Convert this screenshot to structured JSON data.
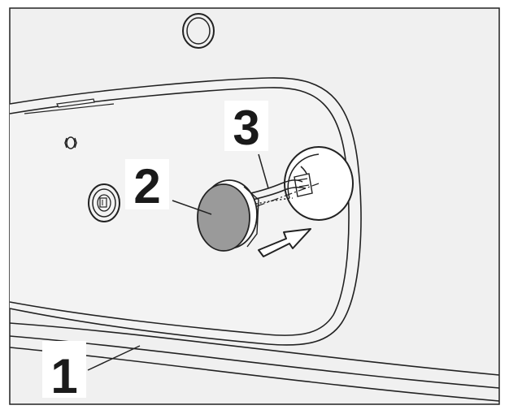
{
  "callouts": {
    "panel": "1",
    "plug": "2",
    "tether": "3"
  },
  "colors": {
    "line": "#222222",
    "panel_fill": "#f0f0f0",
    "plug_fill": "#9a9a9a",
    "background": "#ffffff"
  },
  "icons": {
    "insert_direction": "arrow-icon"
  }
}
